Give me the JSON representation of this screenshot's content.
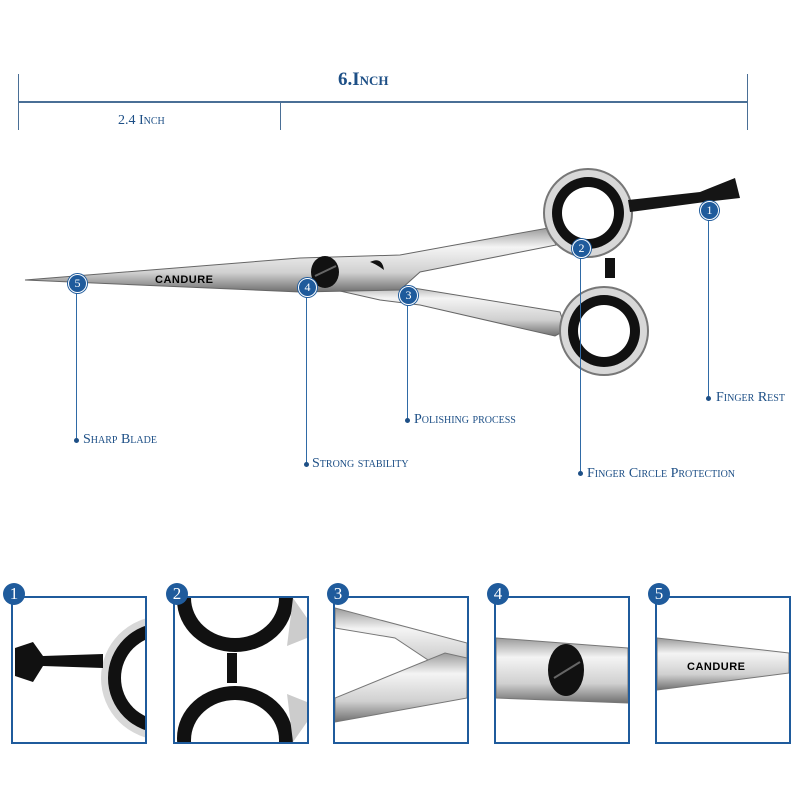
{
  "dimensions": {
    "total": "6.Inch",
    "partial": "2.4 Inch"
  },
  "brand": "CANDURE",
  "callouts": [
    {
      "number": "1",
      "label": "Finger Rest"
    },
    {
      "number": "2",
      "label": "Finger Circle Protection"
    },
    {
      "number": "3",
      "label": "Polishing process"
    },
    {
      "number": "4",
      "label": "Strong stability"
    },
    {
      "number": "5",
      "label": "Sharp Blade"
    }
  ],
  "colors": {
    "accent": "#1f5b9c",
    "text": "#1d4f86"
  }
}
